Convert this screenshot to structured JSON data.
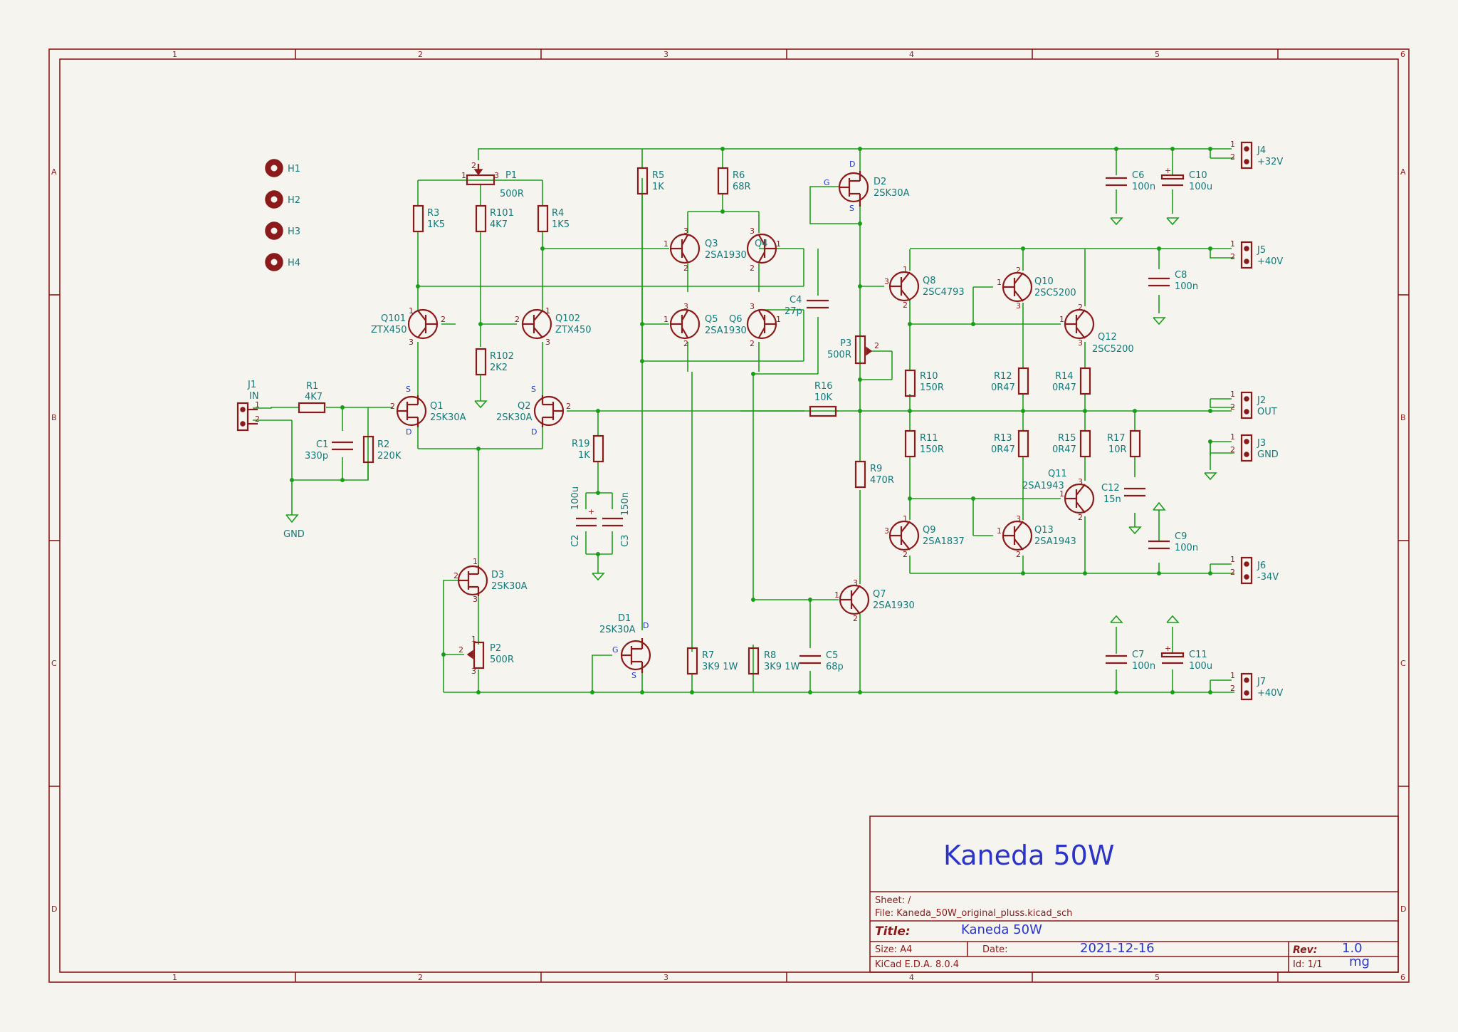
{
  "title_block": {
    "banner": "Kaneda 50W",
    "sheet": "Sheet: /",
    "file": "File: Kaneda_50W_original_pluss.kicad_sch",
    "title_label": "Title:",
    "title_value": "Kaneda 50W",
    "size": "Size: A4",
    "date_label": "Date:",
    "date_value": "2021-12-16",
    "rev_label": "Rev:",
    "rev_value": "1.0",
    "tool": "KiCad E.D.A. 8.0.4",
    "id": "Id: 1/1",
    "author": "mg"
  },
  "zones": {
    "columns": [
      "1",
      "2",
      "3",
      "4",
      "5",
      "6"
    ],
    "rows": [
      "A",
      "B",
      "C",
      "D"
    ]
  },
  "mounting_holes": [
    "H1",
    "H2",
    "H3",
    "H4"
  ],
  "gnd_label": "GND",
  "parts": {
    "J1": {
      "ref": "J1",
      "val": "IN"
    },
    "R1": {
      "ref": "R1",
      "val": "4K7"
    },
    "C1": {
      "ref": "C1",
      "val": "330p"
    },
    "R2": {
      "ref": "R2",
      "val": "220K"
    },
    "P1": {
      "ref": "P1",
      "val": "500R"
    },
    "R3": {
      "ref": "R3",
      "val": "1K5"
    },
    "R101": {
      "ref": "R101",
      "val": "4K7"
    },
    "R4": {
      "ref": "R4",
      "val": "1K5"
    },
    "Q101": {
      "ref": "Q101",
      "val": "ZTX450"
    },
    "Q102": {
      "ref": "Q102",
      "val": "ZTX450"
    },
    "R102": {
      "ref": "R102",
      "val": "2K2"
    },
    "Q1": {
      "ref": "Q1",
      "val": "2SK30A"
    },
    "Q2": {
      "ref": "Q2",
      "val": "2SK30A"
    },
    "R19": {
      "ref": "R19",
      "val": "1K"
    },
    "C2": {
      "ref": "C2",
      "val": "100u"
    },
    "C3": {
      "ref": "C3",
      "val": "150n"
    },
    "D3": {
      "ref": "D3",
      "val": "2SK30A"
    },
    "P2": {
      "ref": "P2",
      "val": "500R"
    },
    "D1": {
      "ref": "D1",
      "val": "2SK30A"
    },
    "R5": {
      "ref": "R5",
      "val": "1K"
    },
    "R6": {
      "ref": "R6",
      "val": "68R"
    },
    "Q3": {
      "ref": "Q3",
      "val": "2SA1930"
    },
    "Q4": {
      "ref": "Q4",
      "val": ""
    },
    "Q5": {
      "ref": "Q5",
      "val": "2SA1930"
    },
    "Q6": {
      "ref": "Q6",
      "val": ""
    },
    "C4": {
      "ref": "C4",
      "val": "27p"
    },
    "R7": {
      "ref": "R7",
      "val": "3K9 1W"
    },
    "R8": {
      "ref": "R8",
      "val": "3K9 1W"
    },
    "C5": {
      "ref": "C5",
      "val": "68p"
    },
    "D2": {
      "ref": "D2",
      "val": "2SK30A"
    },
    "P3": {
      "ref": "P3",
      "val": "500R"
    },
    "R16": {
      "ref": "R16",
      "val": "10K"
    },
    "R9": {
      "ref": "R9",
      "val": "470R"
    },
    "Q7": {
      "ref": "Q7",
      "val": "2SA1930"
    },
    "Q8": {
      "ref": "Q8",
      "val": "2SC4793"
    },
    "Q9": {
      "ref": "Q9",
      "val": "2SA1837"
    },
    "R10": {
      "ref": "R10",
      "val": "150R"
    },
    "R11": {
      "ref": "R11",
      "val": "150R"
    },
    "Q10": {
      "ref": "Q10",
      "val": "2SC5200"
    },
    "Q12": {
      "ref": "Q12",
      "val": "2SC5200"
    },
    "Q11": {
      "ref": "Q11",
      "val": "2SA1943"
    },
    "Q13": {
      "ref": "Q13",
      "val": "2SA1943"
    },
    "R12": {
      "ref": "R12",
      "val": "0R47"
    },
    "R13": {
      "ref": "R13",
      "val": "0R47"
    },
    "R14": {
      "ref": "R14",
      "val": "0R47"
    },
    "R15": {
      "ref": "R15",
      "val": "0R47"
    },
    "R17": {
      "ref": "R17",
      "val": "10R"
    },
    "C12": {
      "ref": "C12",
      "val": "15n"
    },
    "C6": {
      "ref": "C6",
      "val": "100n"
    },
    "C10": {
      "ref": "C10",
      "val": "100u"
    },
    "C8": {
      "ref": "C8",
      "val": "100n"
    },
    "C9": {
      "ref": "C9",
      "val": "100n"
    },
    "C7": {
      "ref": "C7",
      "val": "100n"
    },
    "C11": {
      "ref": "C11",
      "val": "100u"
    },
    "J4": {
      "ref": "J4",
      "val": "+32V"
    },
    "J5": {
      "ref": "J5",
      "val": "+40V"
    },
    "J2": {
      "ref": "J2",
      "val": "OUT"
    },
    "J3": {
      "ref": "J3",
      "val": "GND"
    },
    "J6": {
      "ref": "J6",
      "val": "-34V"
    },
    "J7": {
      "ref": "J7",
      "val": "+40V"
    }
  },
  "pin_letters": {
    "S": "S",
    "D": "D",
    "G": "G"
  },
  "pin_numbers": {
    "one": "1",
    "two": "2",
    "three": "3"
  },
  "colors": {
    "symbol": "#8b1a1a",
    "wire": "#1a9e1a",
    "text": "#127a7a",
    "title": "#2a35c8",
    "paper": "#f5f4ef"
  }
}
